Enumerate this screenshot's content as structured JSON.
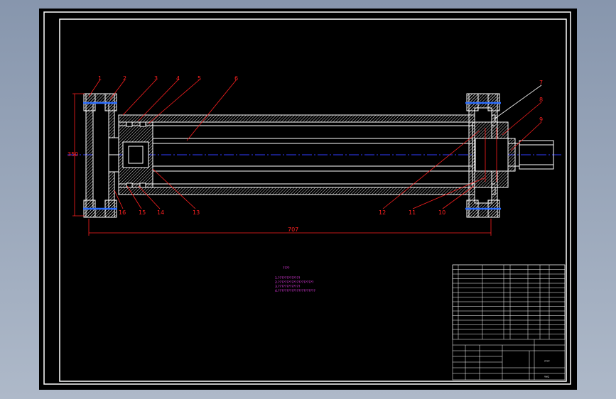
{
  "balloons": [
    "1",
    "2",
    "3",
    "4",
    "5",
    "6",
    "7",
    "8",
    "9",
    "10",
    "11",
    "12",
    "13",
    "14",
    "15",
    "16"
  ],
  "dimensions": {
    "height": "350",
    "length": "707"
  },
  "notes": {
    "title": "????",
    "lines": [
      "1.?????????????",
      "2.?????????????????????",
      "3.?????????????",
      "4.??????????????????????"
    ]
  },
  "title_block": {
    "drawing_title": "????",
    "drawing_code": "YYG"
  },
  "colors": {
    "background": "#000000",
    "outline": "#ffffff",
    "leader": "#ff2020",
    "centerline": "#2f3cff",
    "notes": "#ff40ff",
    "bolts": "#2a6cff"
  }
}
